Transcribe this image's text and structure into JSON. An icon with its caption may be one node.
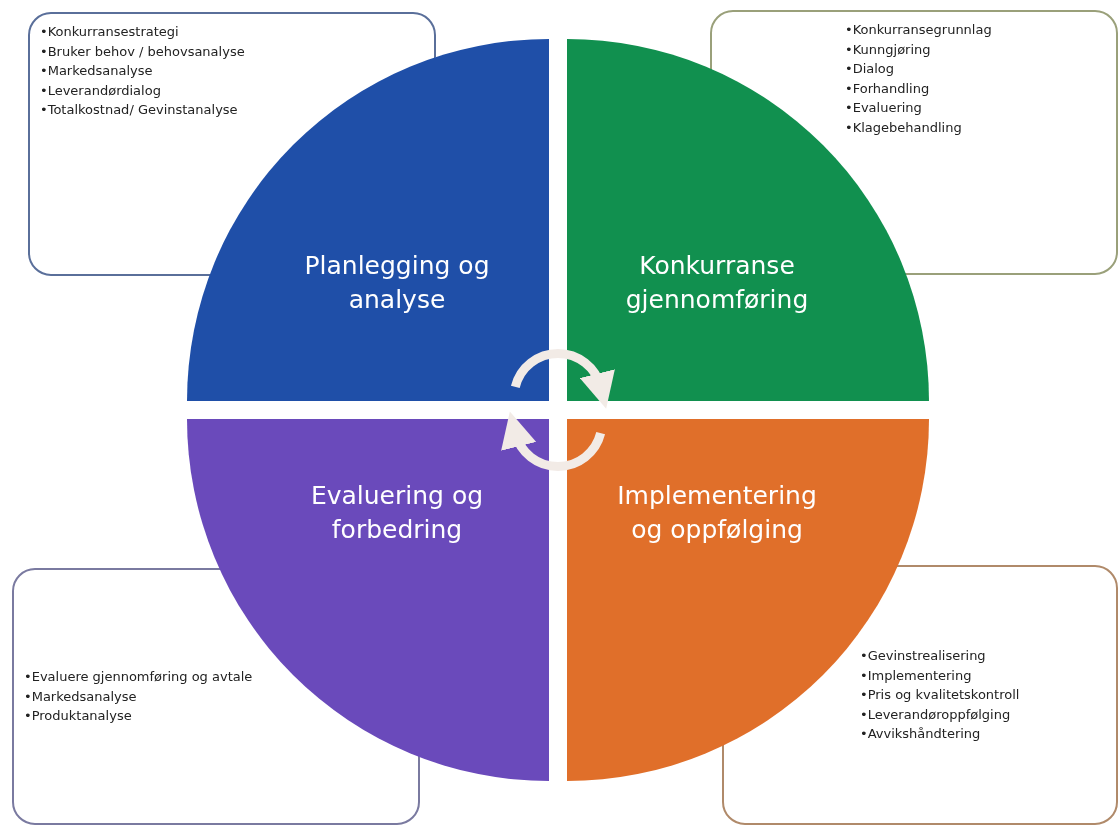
{
  "diagram": {
    "nodes": [
      {
        "text": [
          "•Konkurransestrategi",
          "•Bruker behov / behovsanalyse",
          "•Markedsanalyse",
          "•Leverandørdialog",
          "•Totalkostnad/ Gevinstanalyse"
        ]
      },
      {
        "text": [
          "•Konkurransegrunnlag",
          "•Kunngjøring",
          "•Dialog",
          "•Forhandling",
          "•Evaluering",
          "•Klagebehandling"
        ]
      },
      {
        "text": [
          "Planlegging og analyse"
        ]
      },
      {
        "text": [
          "Konkurranse gjennomføring"
        ]
      },
      {
        "text": [
          "Evaluering og forbedring"
        ]
      },
      {
        "text": [
          "Implementering og oppfølging"
        ]
      },
      {
        "text": [
          "•Evaluere gjennomføring og avtale",
          "•Markedsanalyse",
          "•Produktanalyse"
        ]
      },
      {
        "text": [
          "•Gevinstrealisering",
          "•Implementering",
          "•Pris og kvalitetskontroll",
          "•Leverandøroppfølging",
          "•Avvikshåndtering"
        ]
      }
    ],
    "edges": [
      {
        "from": 2,
        "to": 3,
        "arrow": "to"
      },
      {
        "from": 5,
        "to": 4,
        "arrow": "to"
      }
    ]
  }
}
